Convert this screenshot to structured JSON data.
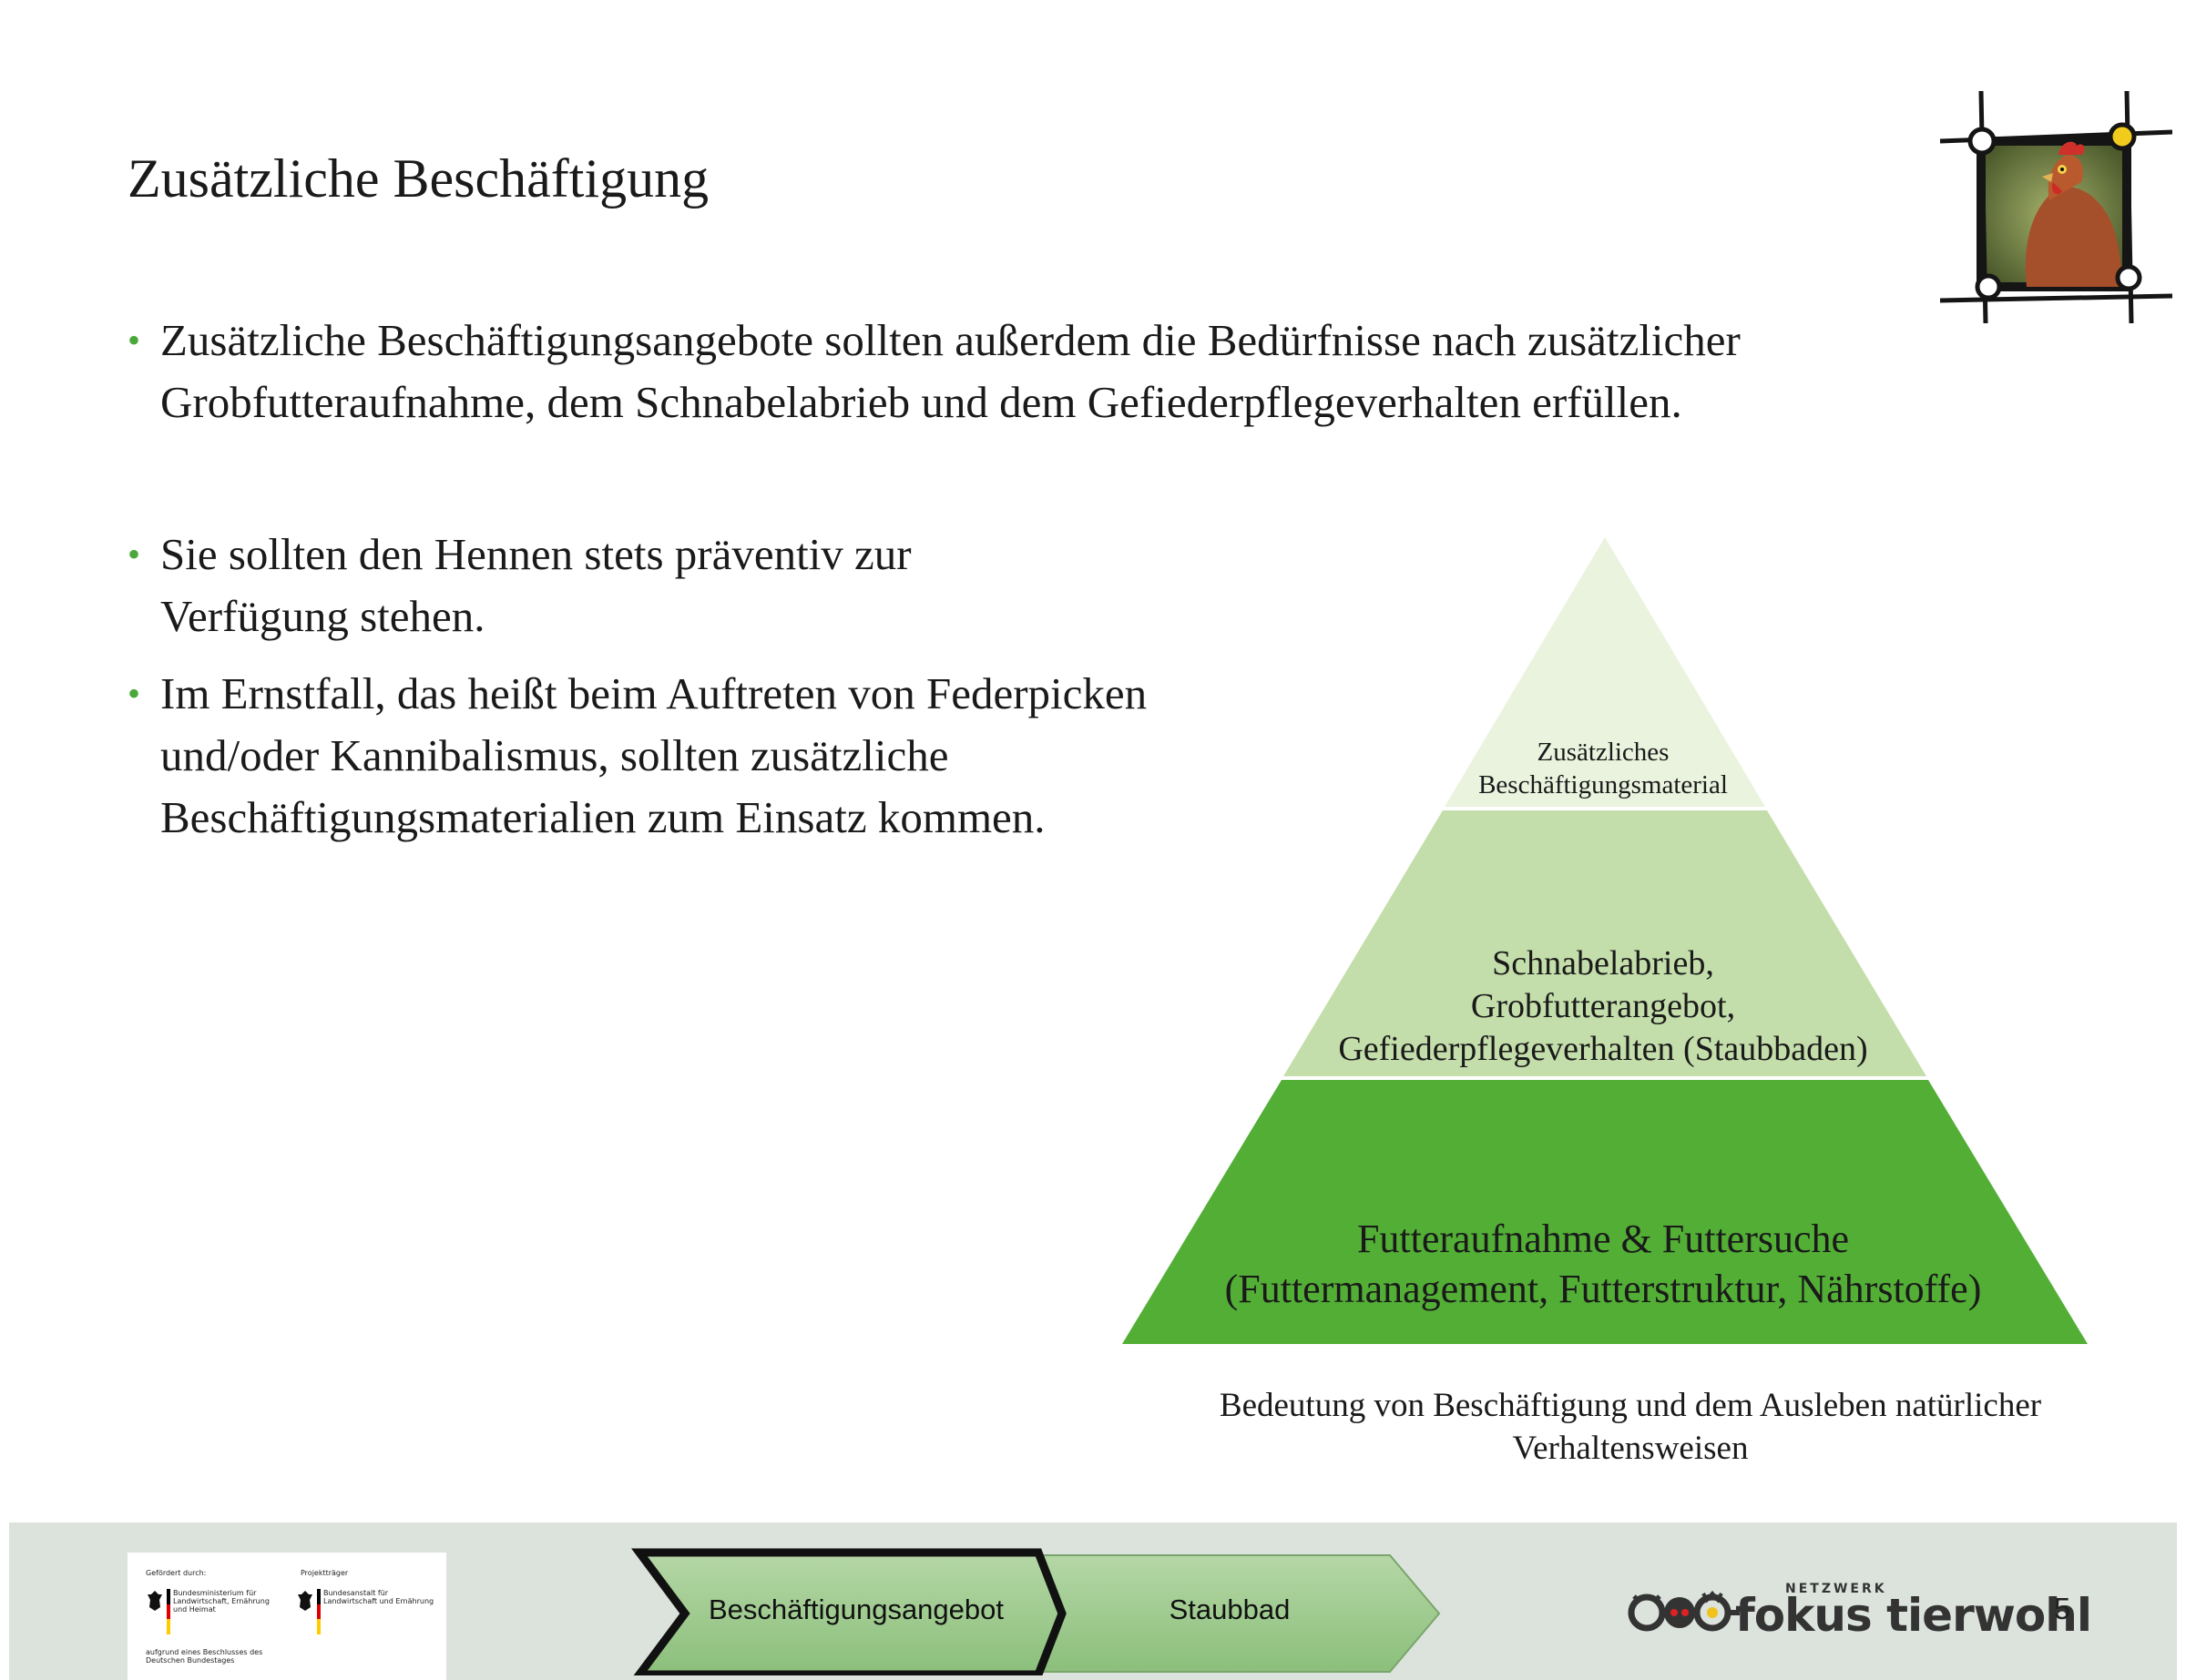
{
  "slide": {
    "title": "Zusätzliche Beschäftigung",
    "bullet_char": "•",
    "bullets": [
      "Zusätzliche Beschäftigungsangebote sollten außerdem die Bedürfnisse nach zusätzlicher Grobfutteraufnahme, dem Schnabelabrieb und dem Gefiederpflegeverhalten erfüllen.",
      "Sie sollten den Hennen stets präventiv zur Verfügung stehen.",
      "Im Ernstfall, das heißt beim Auftreten von Federpicken und/oder Kannibalismus, sollten zusätzliche Beschäftigungsmaterialien zum Einsatz kommen."
    ],
    "page_number": "5"
  },
  "pyramid": {
    "levels": [
      {
        "text": "Zusätzliches\nBeschäftigungsmaterial",
        "color": "#eaf3de"
      },
      {
        "text": "Schnabelabrieb,\nGrobfutterangebot,\nGefiederpflegeverhalten (Staubbaden)",
        "color": "#c4deab"
      },
      {
        "text": "Futteraufnahme & Futtersuche\n(Futtermanagement, Futterstruktur, Nährstoffe)",
        "color": "#52ae35"
      }
    ],
    "caption": "Bedeutung von Beschäftigung und dem Ausleben natürlicher Verhaltensweisen"
  },
  "footer": {
    "sponsor": {
      "funded_by_label": "Gefördert durch:",
      "funded_by_name": "Bundesministerium für Landwirtschaft, Ernährung und Heimat",
      "project_label": "Projektträger",
      "project_name": "Bundesanstalt für Landwirtschaft und Ernährung",
      "resolution": "aufgrund eines Beschlusses des Deutschen Bundestages"
    },
    "nav": [
      {
        "label": "Beschäftigungsangebot",
        "active": true
      },
      {
        "label": "Staubbad",
        "active": false
      }
    ],
    "brand_small": "NETZWERK",
    "brand_name": "fokus tierwohl"
  },
  "colors": {
    "bullet": "#4aa83a",
    "footer_bg": "#dbe3dc",
    "nav_fill": "#9cc88e"
  },
  "icons": [
    "hen-photo-frame",
    "federal-eagle-icon",
    "brand-animals-icon"
  ]
}
